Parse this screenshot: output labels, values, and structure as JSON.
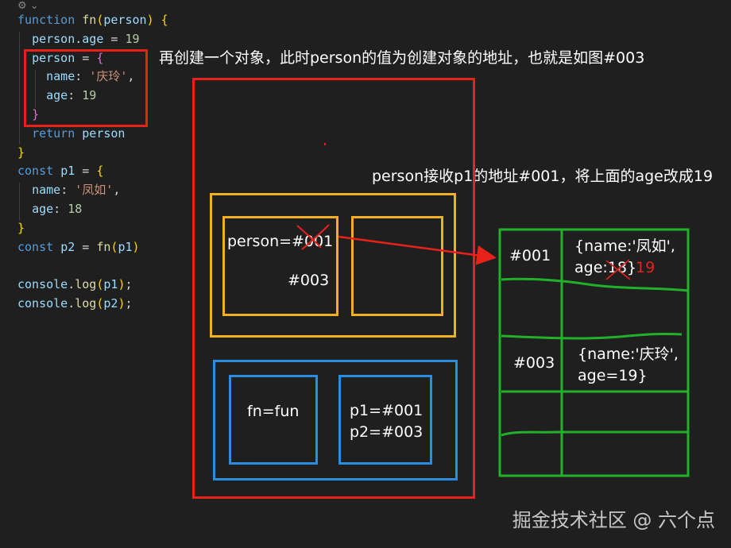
{
  "code_lines": [
    [
      [
        "kw",
        "function "
      ],
      [
        "fn",
        "fn"
      ],
      [
        "br1",
        "("
      ],
      [
        "var",
        "person"
      ],
      [
        "br1",
        ")"
      ],
      [
        "txt",
        " "
      ],
      [
        "br1",
        "{"
      ]
    ],
    [
      [
        "txt",
        "  "
      ],
      [
        "var",
        "person"
      ],
      [
        "txt",
        "."
      ],
      [
        "prop",
        "age"
      ],
      [
        "txt",
        " = "
      ],
      [
        "num",
        "19"
      ]
    ],
    [
      [
        "txt",
        "  "
      ],
      [
        "var",
        "person"
      ],
      [
        "txt",
        " = "
      ],
      [
        "br2",
        "{"
      ]
    ],
    [
      [
        "txt",
        "    "
      ],
      [
        "prop",
        "name"
      ],
      [
        "txt",
        ": "
      ],
      [
        "str",
        "'庆玲'"
      ],
      [
        "txt",
        ","
      ]
    ],
    [
      [
        "txt",
        "    "
      ],
      [
        "prop",
        "age"
      ],
      [
        "txt",
        ": "
      ],
      [
        "num",
        "19"
      ]
    ],
    [
      [
        "txt",
        "  "
      ],
      [
        "br2",
        "}"
      ]
    ],
    [
      [
        "txt",
        "  "
      ],
      [
        "kw",
        "return "
      ],
      [
        "var",
        "person"
      ]
    ],
    [
      [
        "br1",
        "}"
      ]
    ],
    [
      [
        "kw",
        "const "
      ],
      [
        "var",
        "p1"
      ],
      [
        "txt",
        " = "
      ],
      [
        "br1",
        "{"
      ]
    ],
    [
      [
        "txt",
        "  "
      ],
      [
        "prop",
        "name"
      ],
      [
        "txt",
        ": "
      ],
      [
        "str",
        "'凤如'"
      ],
      [
        "txt",
        ","
      ]
    ],
    [
      [
        "txt",
        "  "
      ],
      [
        "prop",
        "age"
      ],
      [
        "txt",
        ": "
      ],
      [
        "num",
        "18"
      ]
    ],
    [
      [
        "br1",
        "}"
      ]
    ],
    [
      [
        "kw",
        "const "
      ],
      [
        "var",
        "p2"
      ],
      [
        "txt",
        " = "
      ],
      [
        "fn",
        "fn"
      ],
      [
        "br1",
        "("
      ],
      [
        "var",
        "p1"
      ],
      [
        "br1",
        ")"
      ]
    ],
    [
      [
        "txt",
        ""
      ]
    ],
    [
      [
        "var",
        "console"
      ],
      [
        "txt",
        "."
      ],
      [
        "fn",
        "log"
      ],
      [
        "br1",
        "("
      ],
      [
        "var",
        "p1"
      ],
      [
        "br1",
        ")"
      ],
      [
        "txt",
        ";"
      ]
    ],
    [
      [
        "var",
        "console"
      ],
      [
        "txt",
        "."
      ],
      [
        "fn",
        "log"
      ],
      [
        "br1",
        "("
      ],
      [
        "var",
        "p2"
      ],
      [
        "br1",
        ")"
      ],
      [
        "txt",
        ";"
      ]
    ]
  ],
  "annotations": {
    "create_object": "再创建一个对象，此时person的值为创建对象的地址，也就是如图#003",
    "receive_address": "person接收p1的地址#001，将上面的age改成19"
  },
  "stack": {
    "person_label": "person=#001",
    "person_new": "#003",
    "fn_label": "fn=fun",
    "p1_label": "p1=#001",
    "p2_label": "p2=#003"
  },
  "heap": {
    "row1_addr": "#001",
    "row1_line1": "{name:'凤如',",
    "row1_line2": "age:18}",
    "row1_new_age": "19",
    "row2_addr": "#003",
    "row2_line1": "{name:'庆玲',",
    "row2_line2": "age=19}"
  },
  "watermark": "掘金技术社区 @ 六个点",
  "colors": {
    "red": "#e8221b",
    "yellow": "#f2b01e",
    "blue": "#2b8de0",
    "green": "#22b02a"
  }
}
